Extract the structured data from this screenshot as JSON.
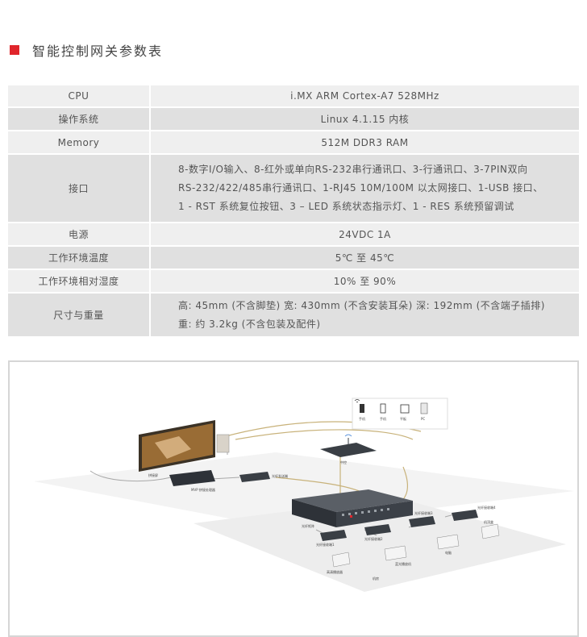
{
  "section_title": "智能控制网关参数表",
  "specs": [
    {
      "label": "CPU",
      "value": [
        "i.MX ARM Cortex-A7 528MHz"
      ]
    },
    {
      "label": "操作系统",
      "value": [
        "Linux 4.1.15 内核"
      ]
    },
    {
      "label": "Memory",
      "value": [
        "512M DDR3 RAM"
      ]
    },
    {
      "label": "接口",
      "value": [
        "8-数字I/O输入、8-红外或单向RS-232串行通讯口、3-行通讯口、3-7PIN双向",
        "RS-232/422/485串行通讯口、1-RJ45 10M/100M 以太网接口、1-USB 接口、",
        "1 - RST 系统复位按钮、3 – LED 系统状态指示灯、1 - RES 系统预留调试"
      ]
    },
    {
      "label": "电源",
      "value": [
        "24VDC 1A"
      ]
    },
    {
      "label": "工作环境温度",
      "value": [
        "5℃ 至 45℃"
      ]
    },
    {
      "label": "工作环境相对湿度",
      "value": [
        "10% 至 90%"
      ]
    },
    {
      "label": "尺寸与重量",
      "value": [
        "高: 45mm (不含脚垫)  宽: 430mm (不含安装耳朵)  深: 192mm (不含端子插排)",
        "重: 约 3.2kg (不含包装及配件)"
      ]
    }
  ],
  "diagram": {
    "devices": [
      {
        "name": "手机",
        "icon": "phone-icon"
      },
      {
        "name": "手机",
        "icon": "phone-icon"
      },
      {
        "name": "平板",
        "icon": "tablet-icon"
      },
      {
        "name": "PC",
        "icon": "pc-icon"
      }
    ],
    "labels": {
      "wifi_router": "中控",
      "video_wall": "拼接屏",
      "matrix": "光纤矩阵",
      "machine_room": "机房",
      "processor": "MVP 拼接处理器",
      "transmitter": "光纤发送端",
      "receivers": [
        "光纤接收端1",
        "光纤接收端2",
        "光纤接收端3",
        "光纤接收端4"
      ],
      "computers": [
        "高清播放器",
        "蓝光播放机",
        "电脑",
        "机顶盒"
      ]
    }
  }
}
